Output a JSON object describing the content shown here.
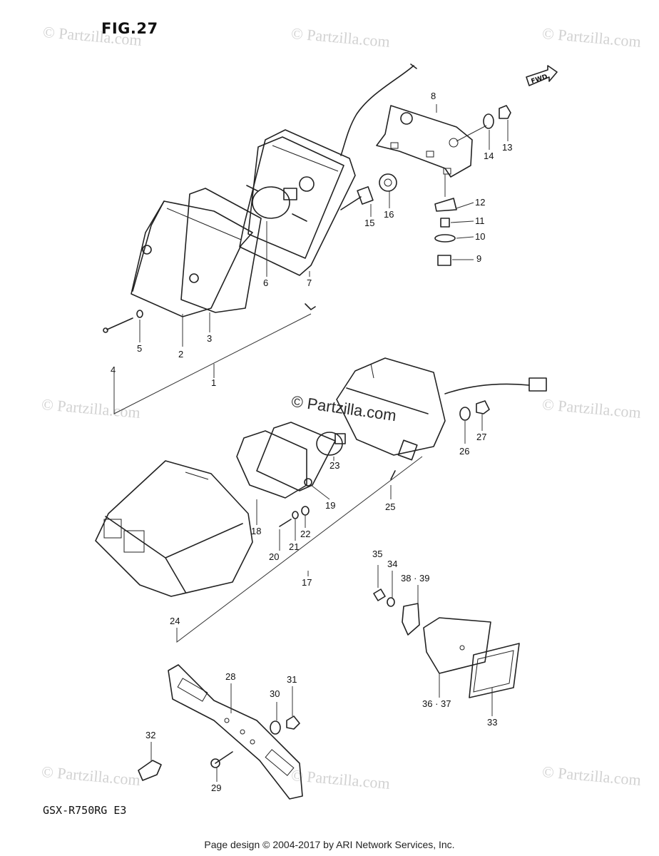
{
  "figure": {
    "title": "FIG.27",
    "model_code": "GSX-R750RG  E3",
    "footer": "Page design © 2004-2017 by ARI Network Services, Inc.",
    "fwd_label": "FWD"
  },
  "watermarks": [
    "© Partzilla.com",
    "© Partzilla.com",
    "© Partzilla.com",
    "© Partzilla.com",
    "© Partzilla.com",
    "© Partzilla.com",
    "© Partzilla.com",
    "© Partzilla.com"
  ],
  "center_watermark": "© Partzilla.com",
  "callouts": [
    "1",
    "2",
    "3",
    "4",
    "5",
    "6",
    "7",
    "8",
    "9",
    "10",
    "11",
    "12",
    "13",
    "14",
    "15",
    "16",
    "17",
    "18",
    "19",
    "20",
    "21",
    "22",
    "23",
    "24",
    "25",
    "26",
    "27",
    "28",
    "29",
    "30",
    "31",
    "32",
    "33",
    "34",
    "35",
    "36 · 37",
    "38 · 39"
  ]
}
